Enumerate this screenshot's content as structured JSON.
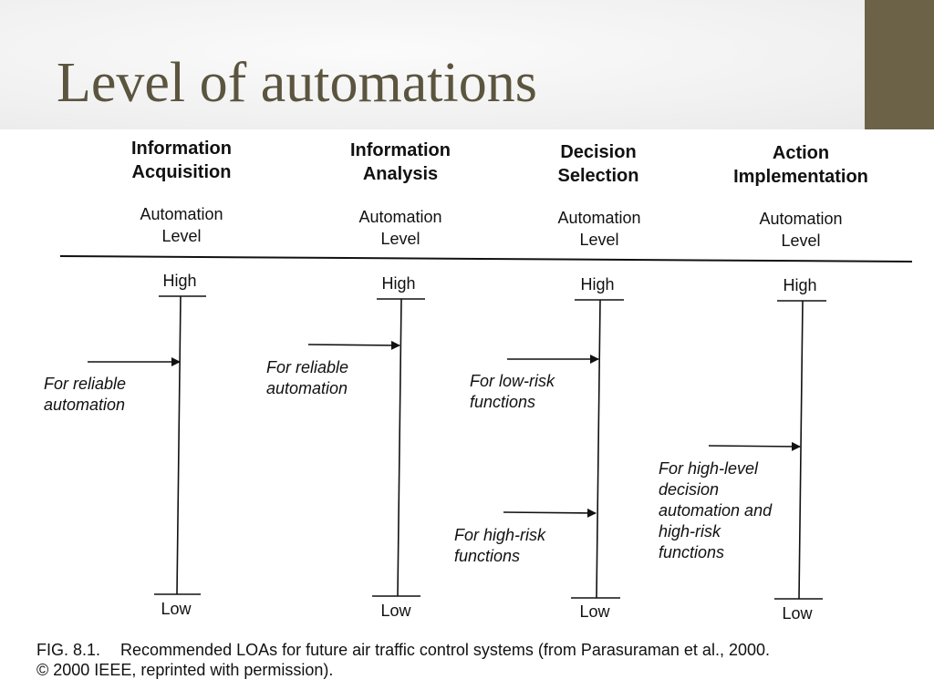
{
  "slide": {
    "title": "Level of automations"
  },
  "figure": {
    "columns": [
      {
        "heading_line1": "Information",
        "heading_line2": "Acquisition",
        "level_line1": "Automation",
        "level_line2": "Level",
        "high": "High",
        "low": "Low",
        "annotations": [
          {
            "text": "For reliable\nautomation"
          }
        ]
      },
      {
        "heading_line1": "Information",
        "heading_line2": "Analysis",
        "level_line1": "Automation",
        "level_line2": "Level",
        "high": "High",
        "low": "Low",
        "annotations": [
          {
            "text": "For reliable\nautomation"
          }
        ]
      },
      {
        "heading_line1": "Decision",
        "heading_line2": "Selection",
        "level_line1": "Automation",
        "level_line2": "Level",
        "high": "High",
        "low": "Low",
        "annotations": [
          {
            "text": "For low-risk\nfunctions"
          },
          {
            "text": "For high-risk\nfunctions"
          }
        ]
      },
      {
        "heading_line1": "Action",
        "heading_line2": "Implementation",
        "level_line1": "Automation",
        "level_line2": "Level",
        "high": "High",
        "low": "Low",
        "annotations": [
          {
            "text": "For high-level\ndecision\nautomation and\nhigh-risk\nfunctions"
          }
        ]
      }
    ],
    "caption": {
      "fig_number": "FIG. 8.1.",
      "line1": "Recommended LOAs for future air traffic control systems (from Parasuraman et al., 2000.",
      "line2": "© 2000 IEEE, reprinted with permission)."
    }
  },
  "colors": {
    "accent": "#6b6248",
    "title": "#5b553f",
    "ink": "#111111"
  }
}
